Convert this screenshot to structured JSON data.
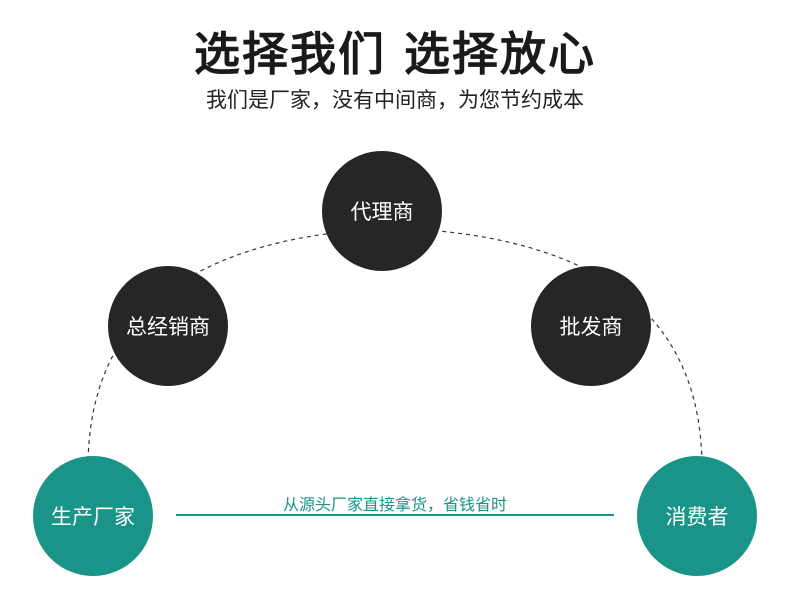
{
  "header": {
    "title": "选择我们 选择放心",
    "subtitle": "我们是厂家，没有中间商，为您节约成本"
  },
  "nodes": {
    "agent": "代理商",
    "general_distributor": "总经销商",
    "wholesaler": "批发商",
    "manufacturer": "生产厂家",
    "consumer": "消费者"
  },
  "route": {
    "label": "从源头厂家直接拿货，省钱省时"
  },
  "colors": {
    "dark_node": "#262626",
    "teal_node": "#1a9488",
    "text": "#1a1a1a"
  }
}
